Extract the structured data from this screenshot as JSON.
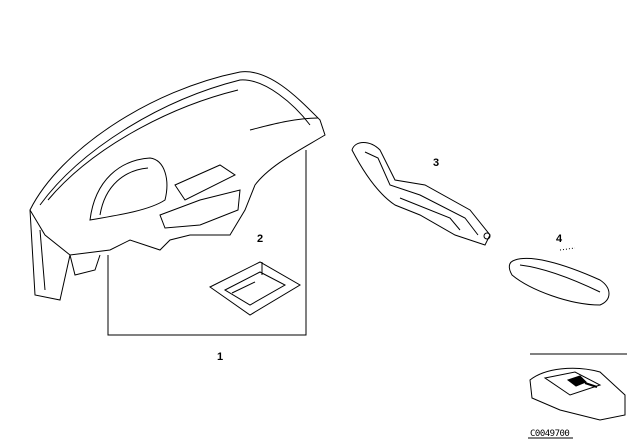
{
  "callouts": [
    {
      "id": "1",
      "label": "1"
    },
    {
      "id": "2",
      "label": "2"
    },
    {
      "id": "3",
      "label": "3"
    },
    {
      "id": "4",
      "label": "4"
    }
  ],
  "diagram_code": "C0049700",
  "colors": {
    "line": "#000000",
    "background": "#ffffff"
  }
}
